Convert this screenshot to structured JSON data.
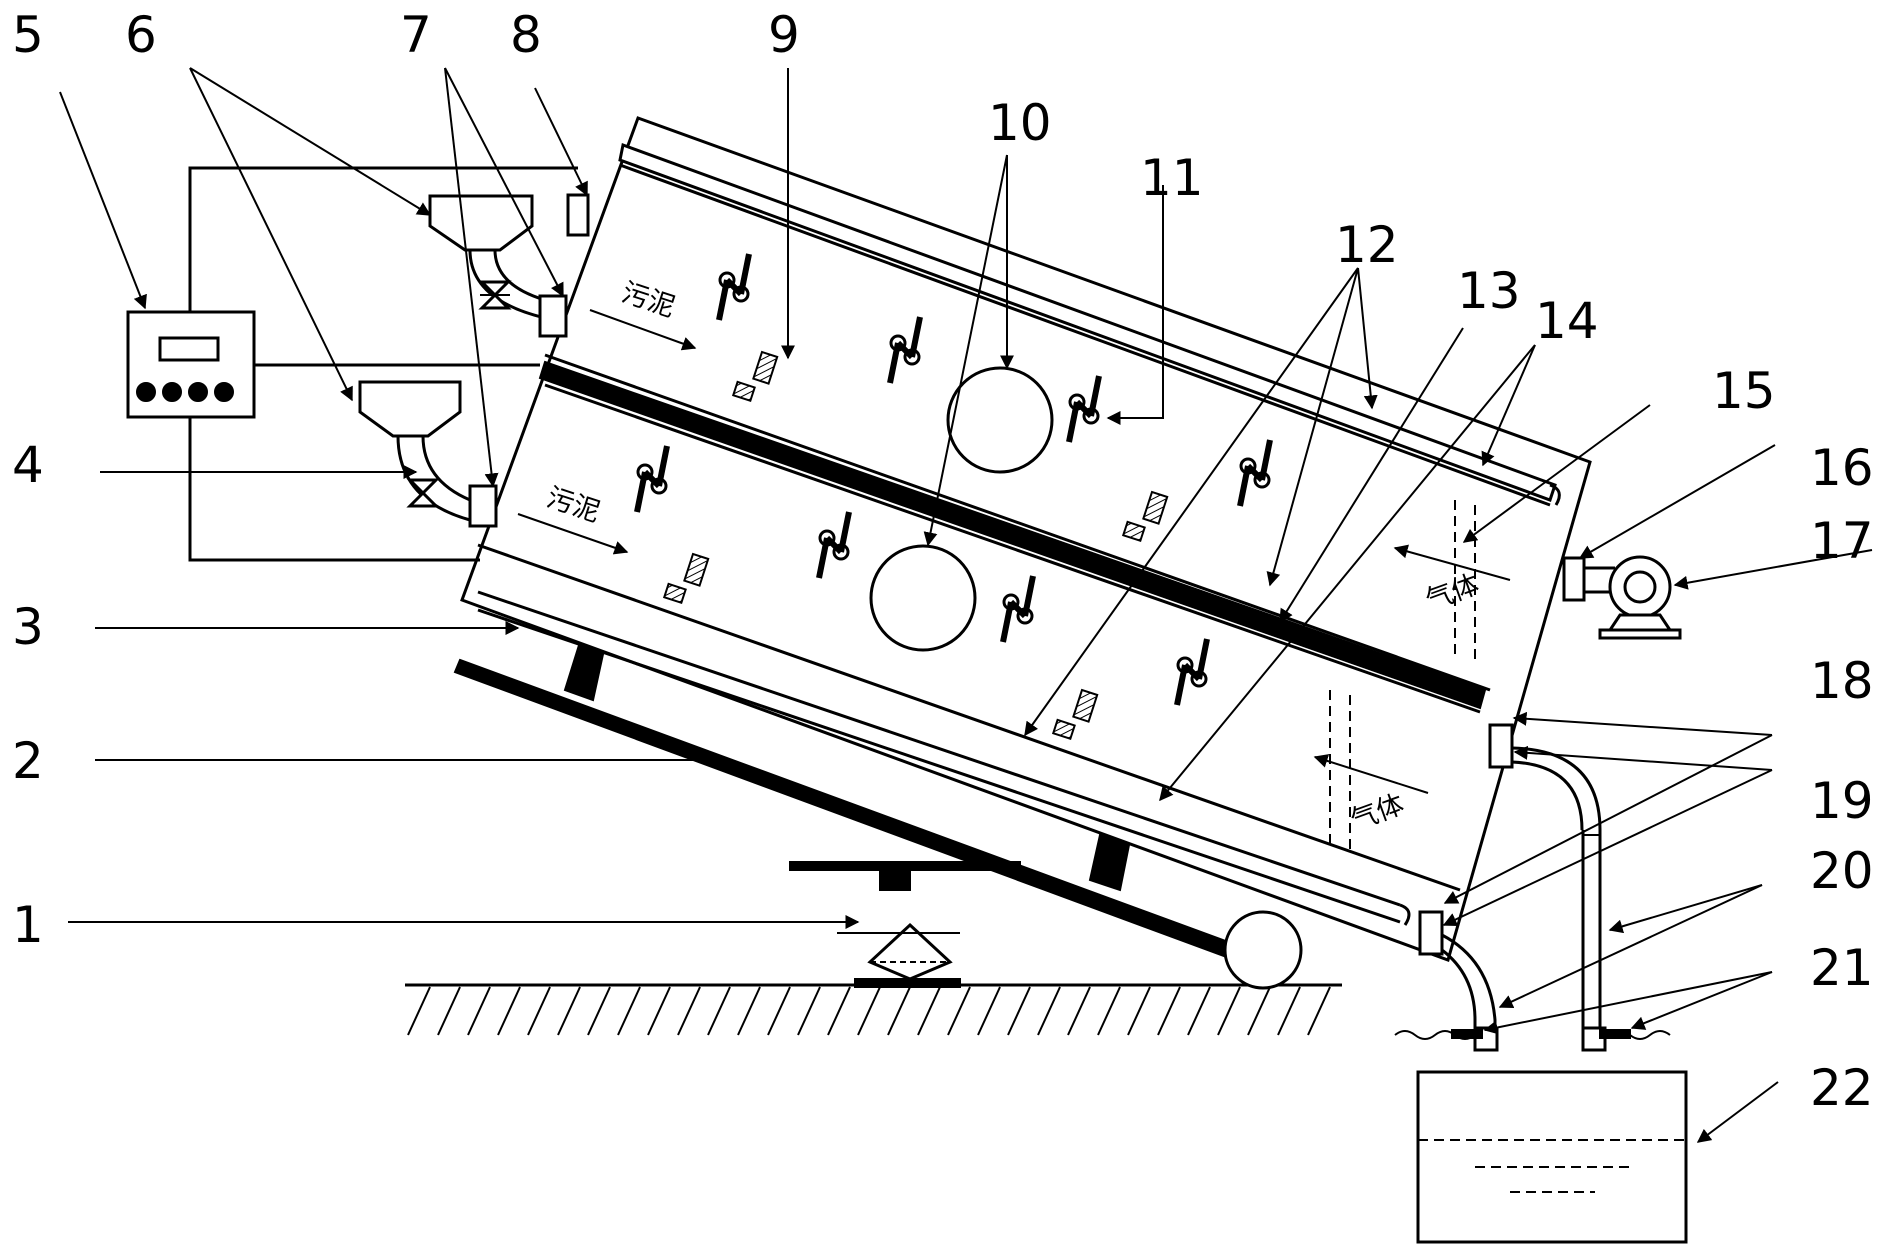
{
  "callouts": {
    "n1": "1",
    "n2": "2",
    "n3": "3",
    "n4": "4",
    "n5": "5",
    "n6": "6",
    "n7": "7",
    "n8": "8",
    "n9": "9",
    "n10": "10",
    "n11": "11",
    "n12": "12",
    "n13": "13",
    "n14": "14",
    "n15": "15",
    "n16": "16",
    "n17": "17",
    "n18": "18",
    "n19": "19",
    "n20": "20",
    "n21": "21",
    "n22": "22"
  },
  "flow_labels": {
    "sludge_upper": "污泥",
    "sludge_lower": "污泥",
    "gas_upper": "气体",
    "gas_lower": "气体"
  },
  "colors": {
    "line": "#000000",
    "background": "#ffffff"
  }
}
